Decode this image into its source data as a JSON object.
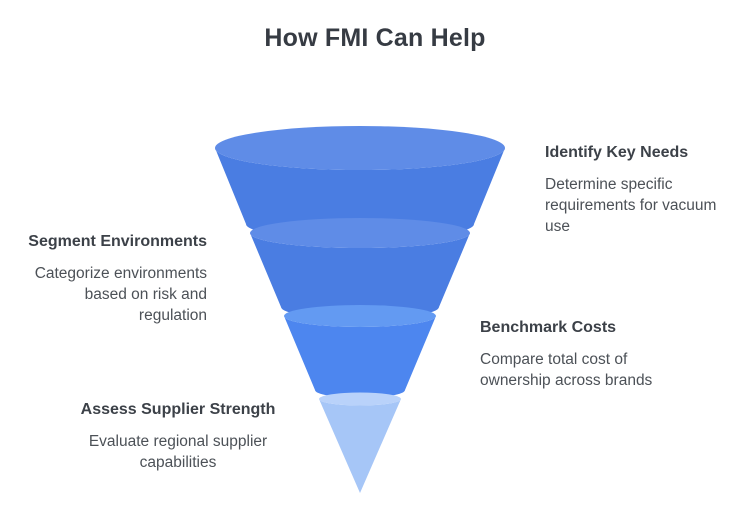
{
  "title": "How FMI Can Help",
  "labels": [
    {
      "heading": "Identify Key Needs",
      "body": "Determine specific requirements for vacuum use",
      "side": "right"
    },
    {
      "heading": "Segment Environments",
      "body": "Categorize environments based on risk and regulation",
      "side": "left"
    },
    {
      "heading": "Benchmark Costs",
      "body": "Compare total cost of ownership across brands",
      "side": "right"
    },
    {
      "heading": "Assess Supplier Strength",
      "body": "Evaluate regional supplier capabilities",
      "side": "left"
    }
  ],
  "funnel": {
    "segments": [
      {
        "name": "identify-key-needs",
        "body_color": "#4a7de2",
        "top_color": "#5f8ce7"
      },
      {
        "name": "segment-environments",
        "body_color": "#4a7de2",
        "top_color": "#5f8ce7"
      },
      {
        "name": "benchmark-costs",
        "body_color": "#4d86ef",
        "top_color": "#639af2"
      },
      {
        "name": "assess-supplier-strength",
        "body_color": "#a6c6f7",
        "top_color": "#b9d2fa"
      }
    ]
  },
  "colors": {
    "background": "#ffffff",
    "title_text": "#363b43",
    "heading_text": "#3c4148",
    "body_text": "#4c5157"
  }
}
